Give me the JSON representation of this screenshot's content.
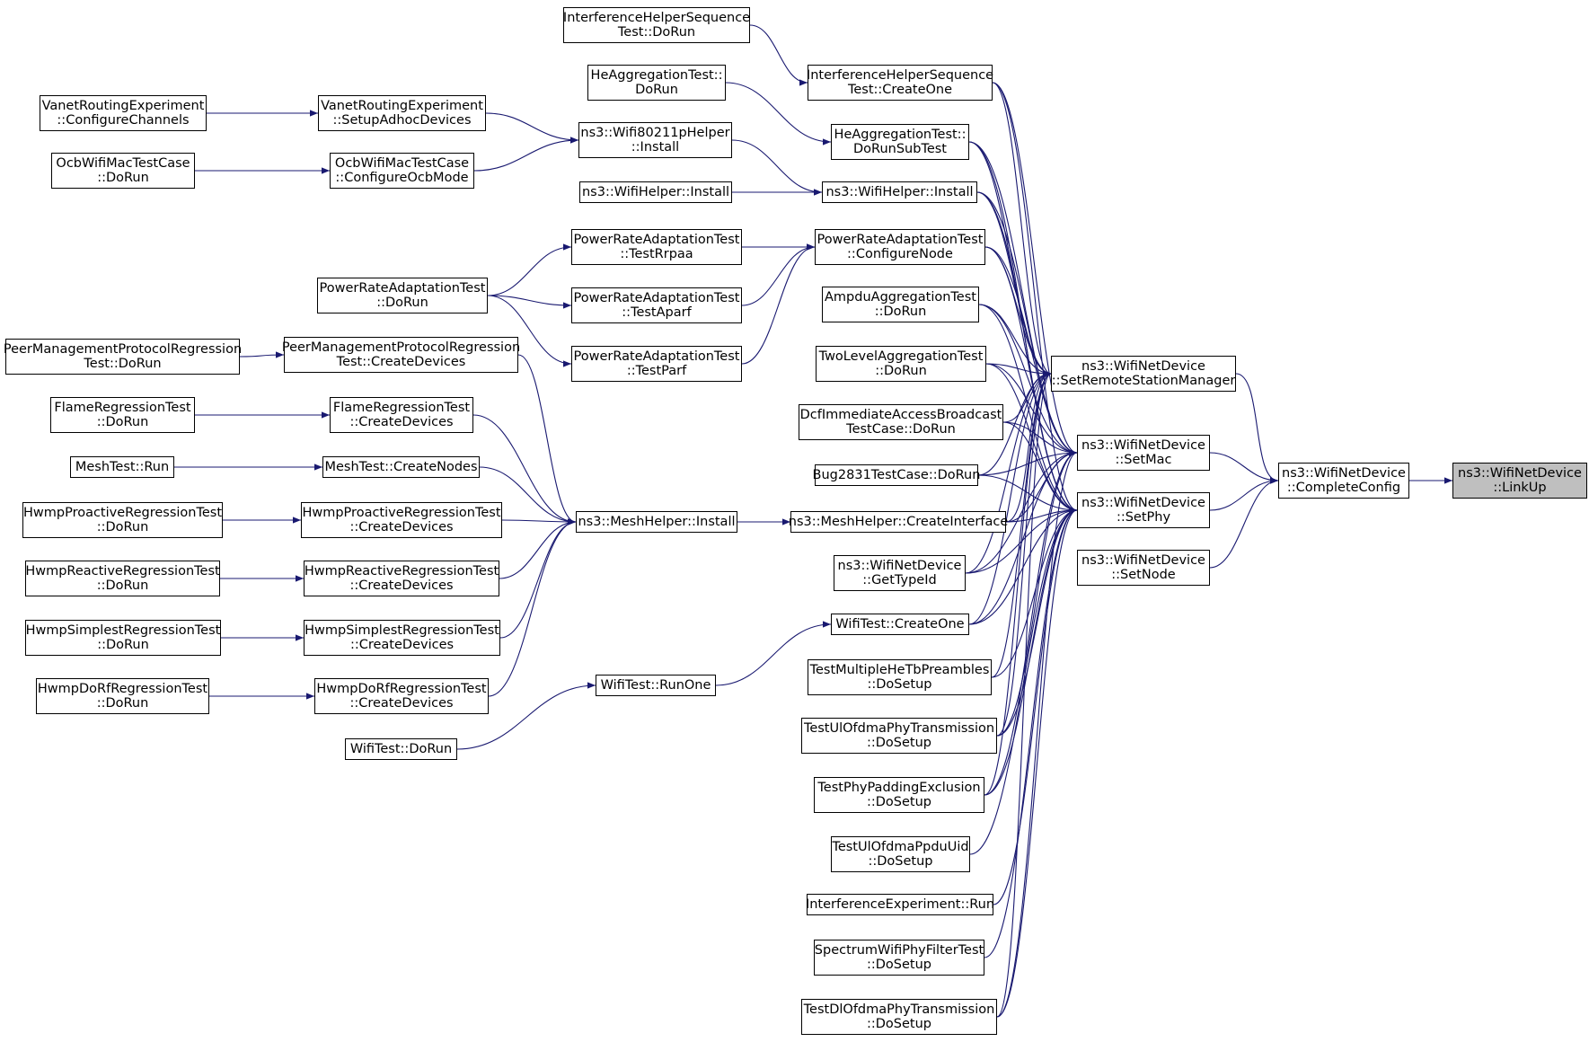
{
  "colors": {
    "edge": "#191970",
    "node_border": "#000000",
    "node_fill": "#ffffff",
    "root_fill": "#bfbfbf"
  },
  "nodes": [
    {
      "id": "linkup",
      "lines": [
        "ns3::WifiNetDevice",
        "::LinkUp"
      ],
      "root": true
    },
    {
      "id": "completeconfig",
      "lines": [
        "ns3::WifiNetDevice",
        "::CompleteConfig"
      ]
    },
    {
      "id": "setremote",
      "lines": [
        "ns3::WifiNetDevice",
        "::SetRemoteStationManager"
      ]
    },
    {
      "id": "setmac",
      "lines": [
        "ns3::WifiNetDevice",
        "::SetMac"
      ]
    },
    {
      "id": "setphy",
      "lines": [
        "ns3::WifiNetDevice",
        "::SetPhy"
      ]
    },
    {
      "id": "setnode",
      "lines": [
        "ns3::WifiNetDevice",
        "::SetNode"
      ]
    },
    {
      "id": "ihs_createone",
      "lines": [
        "InterferenceHelperSequence",
        "Test::CreateOne"
      ]
    },
    {
      "id": "ihs_dorun",
      "lines": [
        "InterferenceHelperSequence",
        "Test::DoRun"
      ]
    },
    {
      "id": "heagg_dorunsub",
      "lines": [
        "HeAggregationTest::",
        "DoRunSubTest"
      ]
    },
    {
      "id": "heagg_dorun",
      "lines": [
        "HeAggregationTest::",
        "DoRun"
      ]
    },
    {
      "id": "wifihelper_install",
      "lines": [
        "ns3::WifiHelper::Install"
      ]
    },
    {
      "id": "wifihelper_install2",
      "lines": [
        "ns3::WifiHelper::Install"
      ]
    },
    {
      "id": "wifi80211p_install",
      "lines": [
        "ns3::Wifi80211pHelper",
        "::Install"
      ]
    },
    {
      "id": "vanet_setup",
      "lines": [
        "VanetRoutingExperiment",
        "::SetupAdhocDevices"
      ]
    },
    {
      "id": "vanet_config",
      "lines": [
        "VanetRoutingExperiment",
        "::ConfigureChannels"
      ]
    },
    {
      "id": "ocb_config",
      "lines": [
        "OcbWifiMacTestCase",
        "::ConfigureOcbMode"
      ]
    },
    {
      "id": "ocb_dorun",
      "lines": [
        "OcbWifiMacTestCase",
        "::DoRun"
      ]
    },
    {
      "id": "pra_confignode",
      "lines": [
        "PowerRateAdaptationTest",
        "::ConfigureNode"
      ]
    },
    {
      "id": "pra_testrrpaa",
      "lines": [
        "PowerRateAdaptationTest",
        "::TestRrpaa"
      ]
    },
    {
      "id": "pra_testaparf",
      "lines": [
        "PowerRateAdaptationTest",
        "::TestAparf"
      ]
    },
    {
      "id": "pra_testparf",
      "lines": [
        "PowerRateAdaptationTest",
        "::TestParf"
      ]
    },
    {
      "id": "pra_dorun",
      "lines": [
        "PowerRateAdaptationTest",
        "::DoRun"
      ]
    },
    {
      "id": "ampdu_dorun",
      "lines": [
        "AmpduAggregationTest",
        "::DoRun"
      ]
    },
    {
      "id": "twolevel_dorun",
      "lines": [
        "TwoLevelAggregationTest",
        "::DoRun"
      ]
    },
    {
      "id": "dcf_dorun",
      "lines": [
        "DcfImmediateAccessBroadcast",
        "TestCase::DoRun"
      ]
    },
    {
      "id": "bug2831_dorun",
      "lines": [
        "Bug2831TestCase::DoRun"
      ]
    },
    {
      "id": "meshhelper_createif",
      "lines": [
        "ns3::MeshHelper::CreateInterface"
      ]
    },
    {
      "id": "meshhelper_install",
      "lines": [
        "ns3::MeshHelper::Install"
      ]
    },
    {
      "id": "getypeid",
      "lines": [
        "ns3::WifiNetDevice",
        "::GetTypeId"
      ]
    },
    {
      "id": "wifitest_createone",
      "lines": [
        "WifiTest::CreateOne"
      ]
    },
    {
      "id": "wifitest_runone",
      "lines": [
        "WifiTest::RunOne"
      ]
    },
    {
      "id": "wifitest_dorun",
      "lines": [
        "WifiTest::DoRun"
      ]
    },
    {
      "id": "tmhetb_dosetup",
      "lines": [
        "TestMultipleHeTbPreambles",
        "::DoSetup"
      ]
    },
    {
      "id": "tulofdma_dosetup",
      "lines": [
        "TestUlOfdmaPhyTransmission",
        "::DoSetup"
      ]
    },
    {
      "id": "tphypad_dosetup",
      "lines": [
        "TestPhyPaddingExclusion",
        "::DoSetup"
      ]
    },
    {
      "id": "tulppdu_dosetup",
      "lines": [
        "TestUlOfdmaPpduUid",
        "::DoSetup"
      ]
    },
    {
      "id": "interf_run",
      "lines": [
        "InterferenceExperiment::Run"
      ]
    },
    {
      "id": "spectrum_dosetup",
      "lines": [
        "SpectrumWifiPhyFilterTest",
        "::DoSetup"
      ]
    },
    {
      "id": "tdlofdma_dosetup",
      "lines": [
        "TestDlOfdmaPhyTransmission",
        "::DoSetup"
      ]
    },
    {
      "id": "pmpr_createdevices",
      "lines": [
        "PeerManagementProtocolRegression",
        "Test::CreateDevices"
      ]
    },
    {
      "id": "pmpr_dorun",
      "lines": [
        "PeerManagementProtocolRegression",
        "Test::DoRun"
      ]
    },
    {
      "id": "flame_createdevices",
      "lines": [
        "FlameRegressionTest",
        "::CreateDevices"
      ]
    },
    {
      "id": "flame_dorun",
      "lines": [
        "FlameRegressionTest",
        "::DoRun"
      ]
    },
    {
      "id": "meshtest_createnodes",
      "lines": [
        "MeshTest::CreateNodes"
      ]
    },
    {
      "id": "meshtest_run",
      "lines": [
        "MeshTest::Run"
      ]
    },
    {
      "id": "hwmpproactive_createdevices",
      "lines": [
        "HwmpProactiveRegressionTest",
        "::CreateDevices"
      ]
    },
    {
      "id": "hwmpproactive_dorun",
      "lines": [
        "HwmpProactiveRegressionTest",
        "::DoRun"
      ]
    },
    {
      "id": "hwmpreactive_createdevices",
      "lines": [
        "HwmpReactiveRegressionTest",
        "::CreateDevices"
      ]
    },
    {
      "id": "hwmpreactive_dorun",
      "lines": [
        "HwmpReactiveRegressionTest",
        "::DoRun"
      ]
    },
    {
      "id": "hwmpsimplest_createdevices",
      "lines": [
        "HwmpSimplestRegressionTest",
        "::CreateDevices"
      ]
    },
    {
      "id": "hwmpsimplest_dorun",
      "lines": [
        "HwmpSimplestRegressionTest",
        "::DoRun"
      ]
    },
    {
      "id": "hwmpdorf_createdevices",
      "lines": [
        "HwmpDoRfRegressionTest",
        "::CreateDevices"
      ]
    },
    {
      "id": "hwmpdorf_dorun",
      "lines": [
        "HwmpDoRfRegressionTest",
        "::DoRun"
      ]
    }
  ],
  "edges": [
    [
      "completeconfig",
      "linkup"
    ],
    [
      "setremote",
      "completeconfig"
    ],
    [
      "setmac",
      "completeconfig"
    ],
    [
      "setphy",
      "completeconfig"
    ],
    [
      "setnode",
      "completeconfig"
    ],
    [
      "ihs_dorun",
      "ihs_createone"
    ],
    [
      "heagg_dorun",
      "heagg_dorunsub"
    ],
    [
      "wifihelper_install2",
      "wifihelper_install"
    ],
    [
      "wifi80211p_install",
      "wifihelper_install"
    ],
    [
      "vanet_config",
      "vanet_setup"
    ],
    [
      "vanet_setup",
      "wifi80211p_install"
    ],
    [
      "ocb_dorun",
      "ocb_config"
    ],
    [
      "ocb_config",
      "wifi80211p_install"
    ],
    [
      "pra_testrrpaa",
      "pra_confignode"
    ],
    [
      "pra_testaparf",
      "pra_confignode"
    ],
    [
      "pra_testparf",
      "pra_confignode"
    ],
    [
      "pra_dorun",
      "pra_testrrpaa"
    ],
    [
      "pra_dorun",
      "pra_testaparf"
    ],
    [
      "pra_dorun",
      "pra_testparf"
    ],
    [
      "pmpr_dorun",
      "pmpr_createdevices"
    ],
    [
      "flame_dorun",
      "flame_createdevices"
    ],
    [
      "meshtest_run",
      "meshtest_createnodes"
    ],
    [
      "hwmpproactive_dorun",
      "hwmpproactive_createdevices"
    ],
    [
      "hwmpreactive_dorun",
      "hwmpreactive_createdevices"
    ],
    [
      "hwmpsimplest_dorun",
      "hwmpsimplest_createdevices"
    ],
    [
      "hwmpdorf_dorun",
      "hwmpdorf_createdevices"
    ],
    [
      "pmpr_createdevices",
      "meshhelper_install"
    ],
    [
      "flame_createdevices",
      "meshhelper_install"
    ],
    [
      "meshtest_createnodes",
      "meshhelper_install"
    ],
    [
      "hwmpproactive_createdevices",
      "meshhelper_install"
    ],
    [
      "hwmpreactive_createdevices",
      "meshhelper_install"
    ],
    [
      "hwmpsimplest_createdevices",
      "meshhelper_install"
    ],
    [
      "hwmpdorf_createdevices",
      "meshhelper_install"
    ],
    [
      "meshhelper_install",
      "meshhelper_createif"
    ],
    [
      "wifitest_runone",
      "wifitest_createone"
    ],
    [
      "wifitest_dorun",
      "wifitest_runone"
    ],
    [
      "ihs_createone",
      "setremote"
    ],
    [
      "ihs_createone",
      "setmac"
    ],
    [
      "ihs_createone",
      "setphy"
    ],
    [
      "heagg_dorunsub",
      "setremote"
    ],
    [
      "heagg_dorunsub",
      "setmac"
    ],
    [
      "heagg_dorunsub",
      "setphy"
    ],
    [
      "wifihelper_install",
      "setremote"
    ],
    [
      "wifihelper_install",
      "setmac"
    ],
    [
      "wifihelper_install",
      "setphy"
    ],
    [
      "pra_confignode",
      "setremote"
    ],
    [
      "pra_confignode",
      "setmac"
    ],
    [
      "pra_confignode",
      "setphy"
    ],
    [
      "ampdu_dorun",
      "setremote"
    ],
    [
      "ampdu_dorun",
      "setmac"
    ],
    [
      "ampdu_dorun",
      "setphy"
    ],
    [
      "twolevel_dorun",
      "setremote"
    ],
    [
      "twolevel_dorun",
      "setmac"
    ],
    [
      "twolevel_dorun",
      "setphy"
    ],
    [
      "dcf_dorun",
      "setremote"
    ],
    [
      "dcf_dorun",
      "setmac"
    ],
    [
      "dcf_dorun",
      "setphy"
    ],
    [
      "bug2831_dorun",
      "setremote"
    ],
    [
      "bug2831_dorun",
      "setmac"
    ],
    [
      "bug2831_dorun",
      "setphy"
    ],
    [
      "meshhelper_createif",
      "setremote"
    ],
    [
      "meshhelper_createif",
      "setmac"
    ],
    [
      "meshhelper_createif",
      "setphy"
    ],
    [
      "getypeid",
      "setremote"
    ],
    [
      "getypeid",
      "setmac"
    ],
    [
      "getypeid",
      "setphy"
    ],
    [
      "wifitest_createone",
      "setremote"
    ],
    [
      "wifitest_createone",
      "setmac"
    ],
    [
      "wifitest_createone",
      "setphy"
    ],
    [
      "tmhetb_dosetup",
      "setremote"
    ],
    [
      "tmhetb_dosetup",
      "setphy"
    ],
    [
      "tulofdma_dosetup",
      "setremote"
    ],
    [
      "tulofdma_dosetup",
      "setmac"
    ],
    [
      "tulofdma_dosetup",
      "setphy"
    ],
    [
      "tphypad_dosetup",
      "setremote"
    ],
    [
      "tphypad_dosetup",
      "setmac"
    ],
    [
      "tphypad_dosetup",
      "setphy"
    ],
    [
      "tulppdu_dosetup",
      "setphy"
    ],
    [
      "interf_run",
      "setphy"
    ],
    [
      "spectrum_dosetup",
      "setphy"
    ],
    [
      "tdlofdma_dosetup",
      "setremote"
    ],
    [
      "tdlofdma_dosetup",
      "setmac"
    ],
    [
      "tdlofdma_dosetup",
      "setphy"
    ]
  ]
}
